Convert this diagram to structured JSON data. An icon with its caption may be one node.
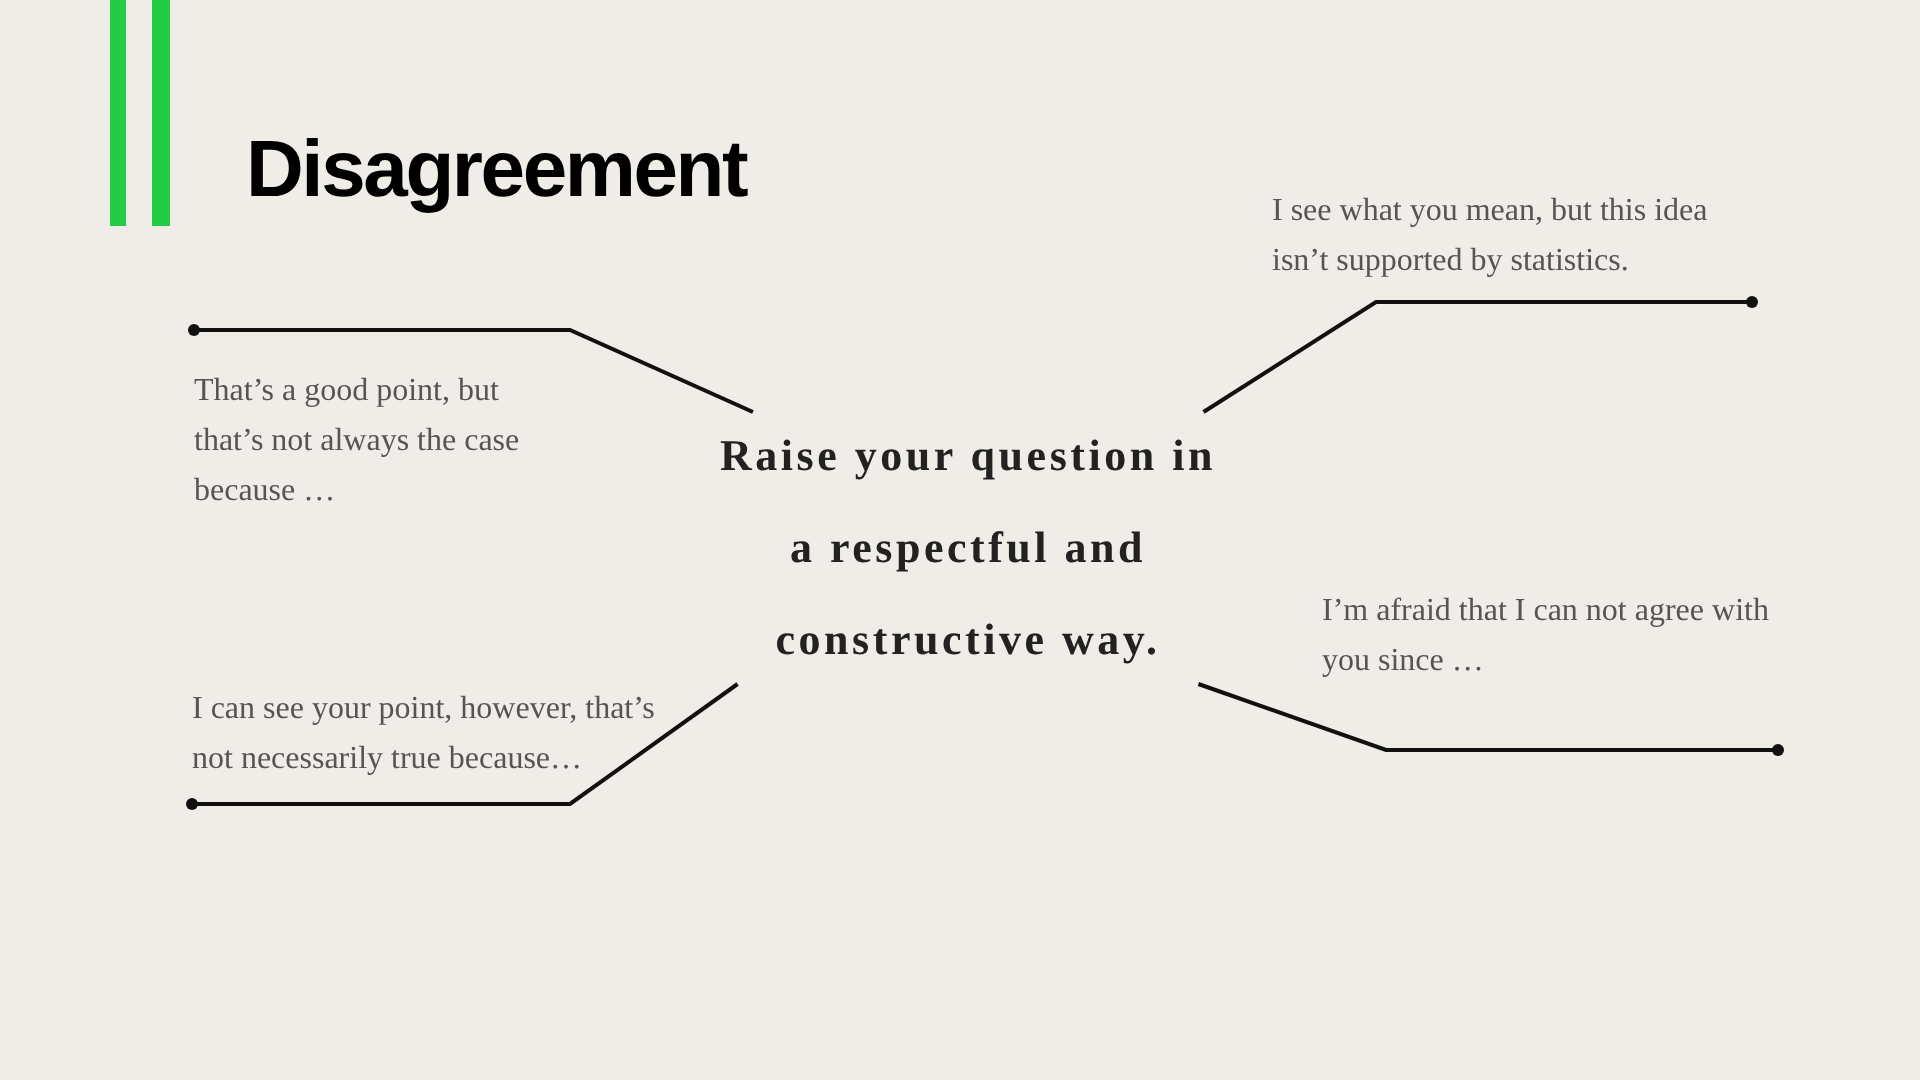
{
  "diagram": {
    "title": "Disagreement",
    "nodes": [
      {
        "text": [
          "Raise your question in a respectful and constructive way."
        ]
      },
      {
        "text": [
          "That’s a good point, but that’s not always the case because …"
        ]
      },
      {
        "text": [
          "I can see your point, however, that’s not necessarily true because…"
        ]
      },
      {
        "text": [
          "I see what you mean, but this idea isn’t supported by statistics."
        ]
      },
      {
        "text": [
          "I’m afraid that I can not agree with you since …"
        ]
      }
    ],
    "edges": [
      {
        "from": 0,
        "to": 1,
        "arrow": "other"
      },
      {
        "from": 0,
        "to": 2,
        "arrow": "other"
      },
      {
        "from": 0,
        "to": 3,
        "arrow": "other"
      },
      {
        "from": 0,
        "to": 4,
        "arrow": "other"
      }
    ]
  }
}
